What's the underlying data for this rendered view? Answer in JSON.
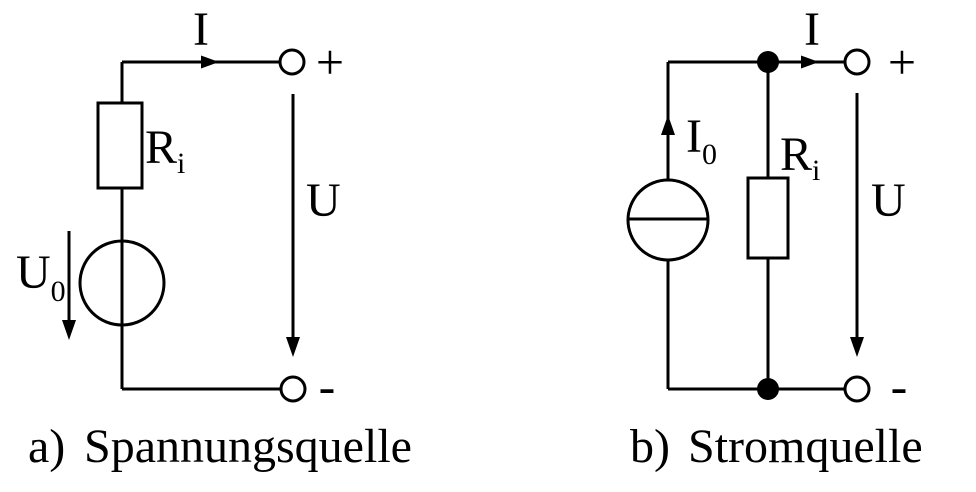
{
  "figure": {
    "background_color": "#ffffff",
    "ink_color": "#000000"
  },
  "circuit_a": {
    "caption_prefix": "a)",
    "caption_title": "Spannungsquelle",
    "current_label": "I",
    "plus_label": "+",
    "minus_label": "-",
    "terminal_voltage_label": "U",
    "internal_resistance": {
      "main": "R",
      "sub": "i"
    },
    "source_voltage": {
      "main": "U",
      "sub": "0"
    }
  },
  "circuit_b": {
    "caption_prefix": "b)",
    "caption_title": "Stromquelle",
    "current_label": "I",
    "plus_label": "+",
    "minus_label": "-",
    "terminal_voltage_label": "U",
    "internal_resistance": {
      "main": "R",
      "sub": "i"
    },
    "source_current": {
      "main": "I",
      "sub": "0"
    }
  }
}
